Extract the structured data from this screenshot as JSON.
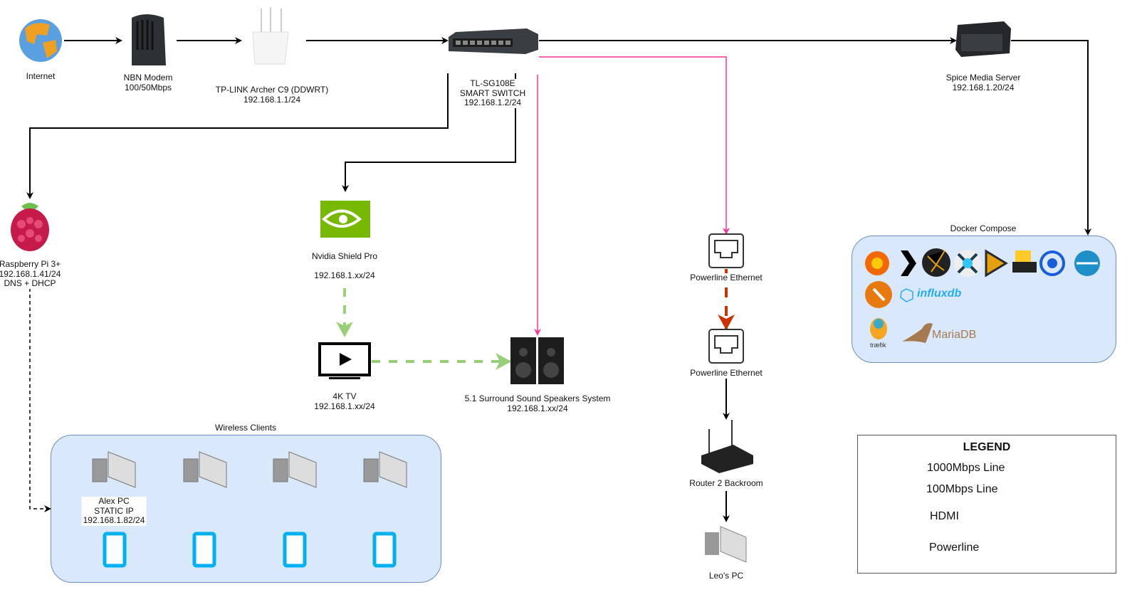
{
  "nodes": {
    "internet": {
      "label": "Internet"
    },
    "modem": {
      "line1": "NBN Modem",
      "line2": "100/50Mbps"
    },
    "router": {
      "line1": "TP-LINK Archer C9 (DDWRT)",
      "line2": "192.168.1.1/24"
    },
    "switch": {
      "line1": "TL-SG108E",
      "line2": "SMART SWITCH",
      "line3": "192.168.1.2/24"
    },
    "server": {
      "line1": "Spice Media Server",
      "line2": "192.168.1.20/24"
    },
    "raspberry": {
      "line1": "Raspberry Pi 3+",
      "line2": "192.168.1.41/24",
      "line3": "DNS + DHCP"
    },
    "shield": {
      "line1": "Nvidia Shield Pro",
      "line2": "192.168.1.xx/24"
    },
    "tv": {
      "line1": "4K TV",
      "line2": "192.168.1.xx/24"
    },
    "speakers": {
      "line1": "5.1 Surround Sound Speakers System",
      "line2": "192.168.1.xx/24"
    },
    "powerline1": {
      "label": "Powerline Ethernet"
    },
    "powerline2": {
      "label": "Powerline Ethernet"
    },
    "router2": {
      "label": "Router 2 Backroom"
    },
    "leo_pc": {
      "label": "Leo's PC"
    }
  },
  "docker": {
    "title": "Docker Compose",
    "apps": [
      "grafana-icon",
      "plex-icon",
      "nzbhydra-icon",
      "sonarr-icon",
      "tautulli-icon",
      "sabnzbd-icon",
      "bitwarden-icon",
      "organizr-icon",
      "ombi-icon"
    ],
    "influx_label": "influxdb",
    "traefik_label": "træfik",
    "mariadb_label": "MariaDB"
  },
  "wireless": {
    "title": "Wireless Clients",
    "alex": {
      "line1": "Alex PC",
      "line2": "STATIC IP",
      "line3": "192.168.1.82/24"
    }
  },
  "legend": {
    "title": "LEGEND",
    "items": [
      {
        "label": "1000Mbps Line",
        "color": "#000000",
        "style": "solid"
      },
      {
        "label": "100Mbps Line",
        "color": "#ff3399",
        "style": "solid"
      },
      {
        "label": "HDMI",
        "color": "#97d077",
        "style": "dashed"
      },
      {
        "label": "Powerline",
        "color": "#b85450",
        "style": "dashed"
      }
    ]
  },
  "colors": {
    "gigabit": "#000000",
    "fast": "#ff3399",
    "hdmi": "#97d077",
    "powerline": "#cc3300",
    "group_fill": "#dae8fc",
    "group_stroke": "#6c8ebf"
  }
}
